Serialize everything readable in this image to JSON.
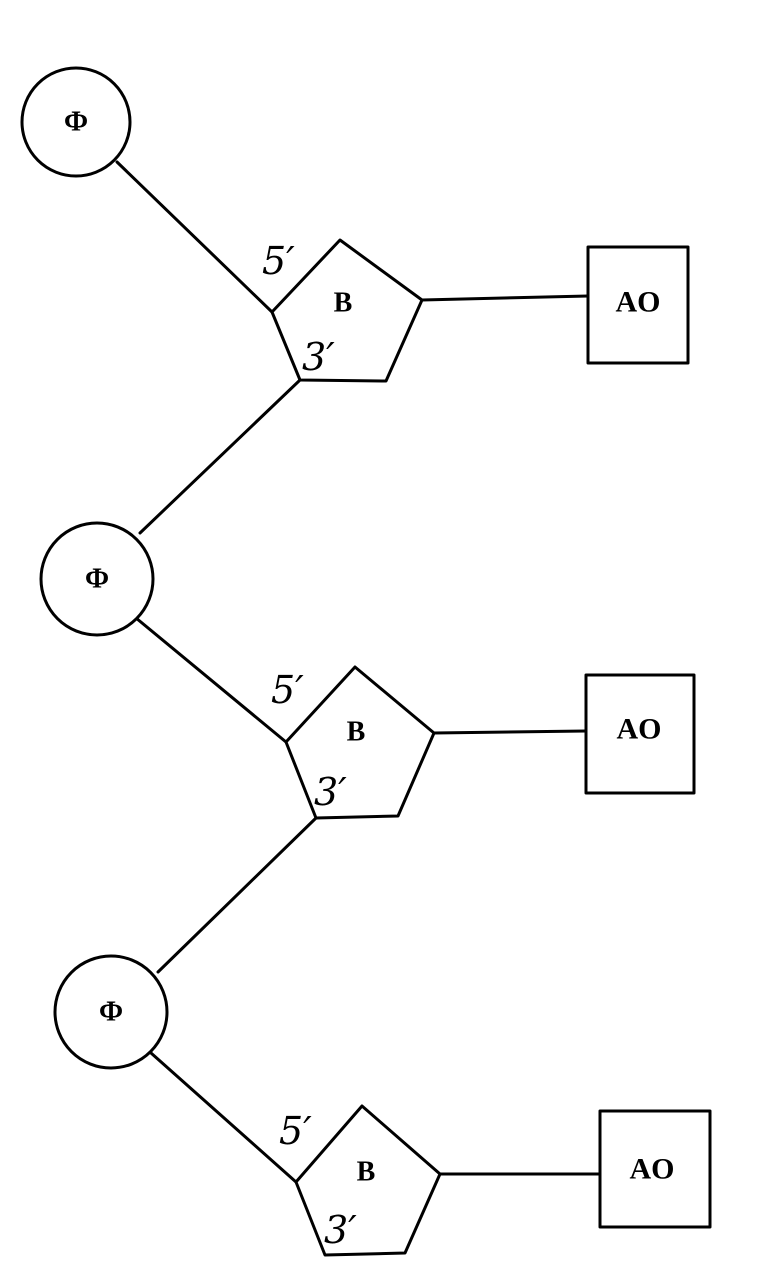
{
  "diagram": {
    "colors": {
      "stroke": "#000000",
      "fill": "#ffffff"
    },
    "units": [
      {
        "phosphate": "Ф",
        "sugar": "B",
        "sugar_5prime": "5′",
        "sugar_3prime": "3′",
        "base": "AO"
      },
      {
        "phosphate": "Ф",
        "sugar": "B",
        "sugar_5prime": "5′",
        "sugar_3prime": "3′",
        "base": "AO"
      },
      {
        "phosphate": "Ф",
        "sugar": "B",
        "sugar_5prime": "5′",
        "sugar_3prime": "3′",
        "base": "AO"
      }
    ]
  }
}
